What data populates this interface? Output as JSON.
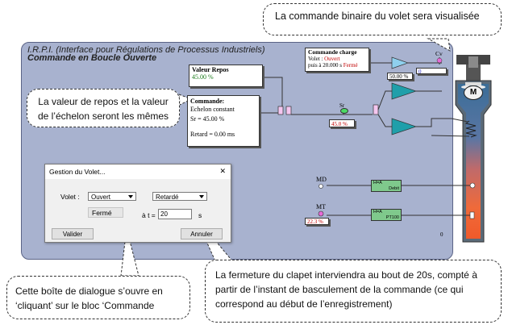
{
  "panel": {
    "title_line1": "I.R.P.I. (Interface pour Régulations de Processus Industriels)",
    "title_line2": "Commande en Boucle Ouverte"
  },
  "valeur_repos": {
    "title": "Valeur Repos",
    "value": "45.00 %"
  },
  "commande": {
    "title": "Commande:",
    "mode": "Echelon constant",
    "sr": "Sr = 45.00 %",
    "retard": "Retard = 0.00 ms"
  },
  "commande_charge": {
    "title": "Commande charge",
    "line2_label": "Volet : ",
    "line2_value": "Ouvert",
    "line3_prefix": "puis à 20.000 s ",
    "line3_value": "Fermé"
  },
  "sr_label": "Sr",
  "sr_value": "45.0 %",
  "valve_value": "50.00 %",
  "cv_label": "Cv",
  "cv_value": "0",
  "md_label": "MD",
  "mt_label": "MT",
  "mt_value": "22.3 %",
  "motor_label": "M",
  "conv_top": {
    "line1": "H=A",
    "line2": "Debit"
  },
  "conv_bottom": {
    "line1": "H=A",
    "line2": "PT100"
  },
  "small_zero": "0",
  "dialog": {
    "title": "Gestion du Volet...",
    "close": "✕",
    "volet_label": "Volet :",
    "volet_value": "Ouvert",
    "mode_value": "Retardé",
    "state": "Fermé",
    "at_label": "à t =",
    "time_value": "20",
    "unit": "s",
    "valider": "Valider",
    "annuler": "Annuler"
  },
  "callouts": {
    "top": "La commande binaire du volet sera visualisée",
    "repos": "La valeur de repos et la valeur de l’échelon seront les mêmes",
    "dialog": "Cette boîte de dialogue s’ouvre en ‘cliquant’ sur le bloc ‘Commande",
    "fermeture": "La fermeture du clapet interviendra au bout de 20s, compté à partir de l’instant de basculement de la commande (ce qui correspond au début de l’enregistrement)"
  },
  "colors": {
    "panel": "#a8b2cf",
    "valve_teal": "#1f9faa",
    "green_value": "#1a7a1a",
    "red_value": "#c00000"
  }
}
